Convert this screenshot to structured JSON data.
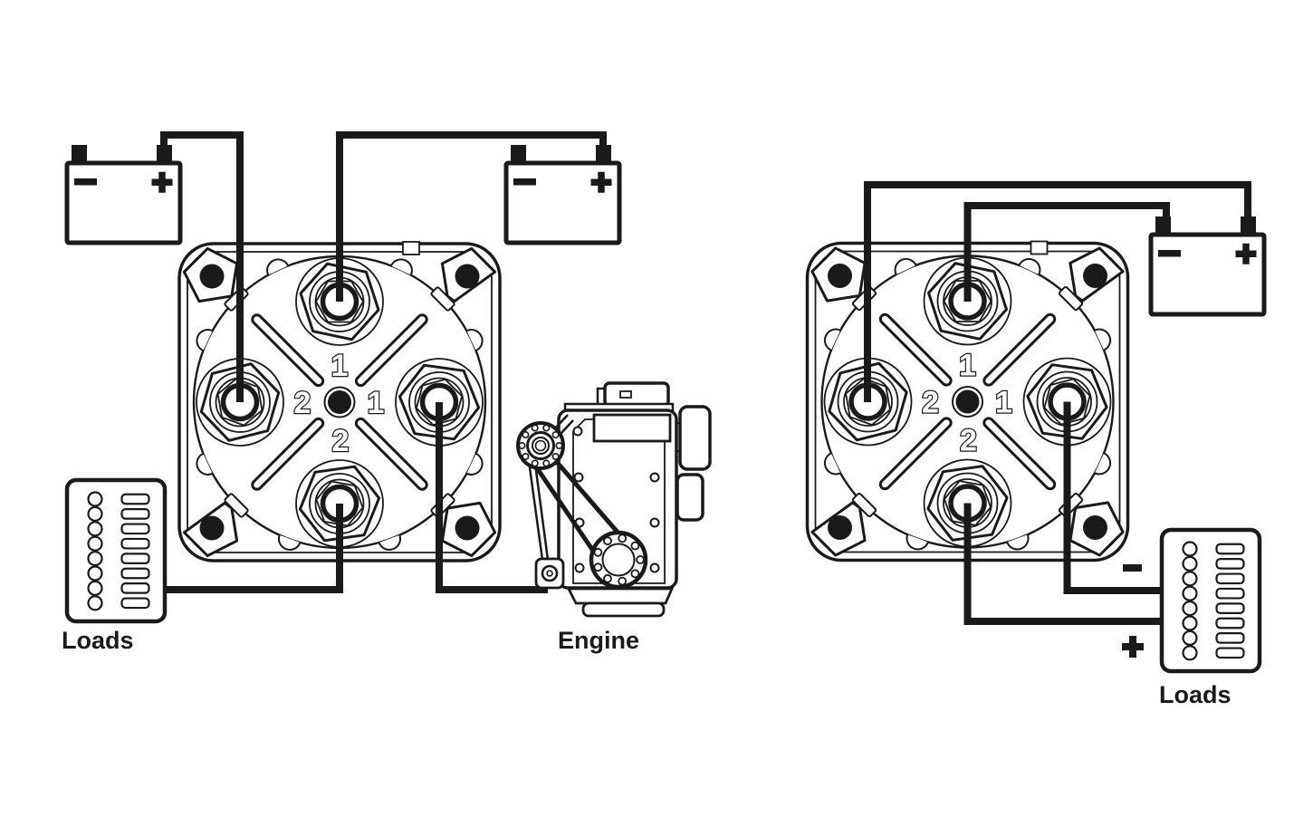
{
  "colors": {
    "background": "#ffffff",
    "line": "#1a1a1a"
  },
  "left_system": {
    "description": "Two batteries wired to a dual-circuit battery switch feeding engine and loads",
    "battery_a": {
      "negative_label": "−",
      "positive_label": "+"
    },
    "battery_b": {
      "negative_label": "−",
      "positive_label": "+"
    },
    "switch": {
      "pos_top": "1",
      "pos_left": "2",
      "pos_right": "1",
      "pos_bottom": "2"
    },
    "loads_label": "Loads",
    "engine_label": "Engine",
    "loads_rows": 8
  },
  "right_system": {
    "description": "Single battery with both positive and negative conductors switched to loads",
    "battery": {
      "negative_label": "−",
      "positive_label": "+"
    },
    "switch": {
      "pos_top": "1",
      "pos_left": "2",
      "pos_right": "1",
      "pos_bottom": "2"
    },
    "loads_label": "Loads",
    "loads_negative_label": "−",
    "loads_positive_label": "+",
    "loads_rows": 8
  }
}
